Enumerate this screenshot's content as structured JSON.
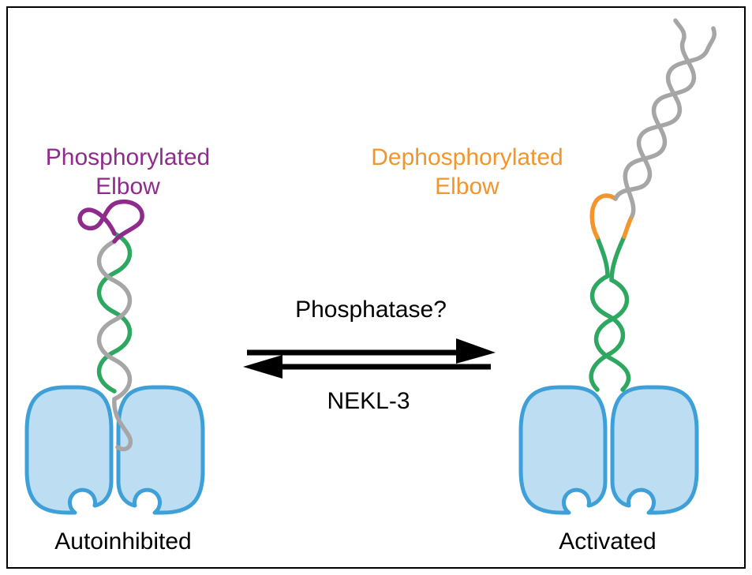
{
  "figure": {
    "left_state": {
      "name": "Autoinhibited",
      "elbow_label": [
        "Phosphorylated",
        "Elbow"
      ]
    },
    "right_state": {
      "name": "Activated",
      "elbow_label": [
        "Dephosphorylated",
        "Elbow"
      ]
    },
    "equilibrium": {
      "forward_label": "Phosphatase?",
      "reverse_label": "NEKL-3"
    }
  },
  "colors": {
    "phospho_elbow": "#8e2b8c",
    "dephospho_elbow": "#f2952d",
    "coil_green": "#2ea860",
    "coil_gray": "#a6a6a6",
    "motor_fill": "#bdddf3",
    "motor_stroke": "#3fa0d8",
    "arrow": "#000000",
    "text": "#000000",
    "frame_border": "#000000",
    "background": "#ffffff"
  }
}
